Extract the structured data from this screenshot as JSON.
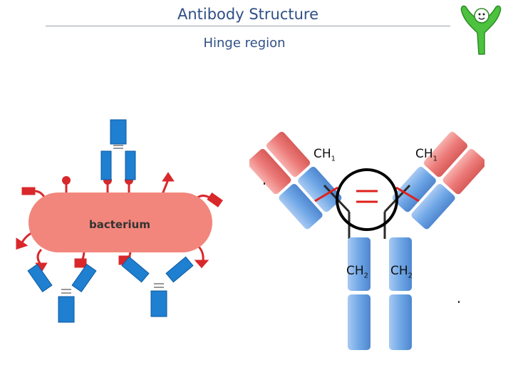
{
  "header": {
    "title": "Antibody Structure",
    "subtitle": "Hinge region"
  },
  "left_diagram": {
    "cell_label": "bacterium"
  },
  "right_diagram": {
    "labels": {
      "ch1_left": "CH",
      "ch1_left_sub": "1",
      "ch1_right": "CH",
      "ch1_right_sub": "1",
      "ch2_left": "CH",
      "ch2_left_sub": "2",
      "ch2_right": "CH",
      "ch2_right_sub": "2"
    }
  },
  "colors": {
    "title": "#2f4f86",
    "bacterium_fill": "#f2867c",
    "antibody_blue": "#1f7fd1",
    "receptor_red": "#d9282b",
    "domain_light_blue": "#6fa7e6",
    "domain_light_red": "#ec7b79",
    "hinge_red": "#e0201b",
    "logo_green": "#4cc23e"
  }
}
